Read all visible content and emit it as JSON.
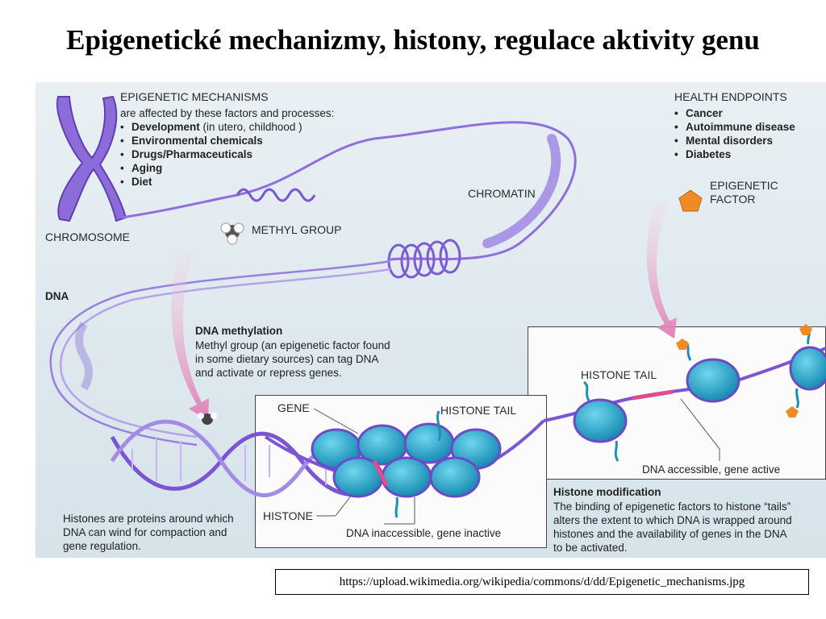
{
  "page": {
    "title": "Epigenetické mechanizmy, histony, regulace aktivity genu"
  },
  "diagram": {
    "mechanisms_heading": "EPIGENETIC MECHANISMS",
    "mechanisms_intro": "are affected by these factors and processes:",
    "factors": [
      {
        "label": "Development",
        "note": "(in utero, childhood )"
      },
      {
        "label": "Environmental chemicals",
        "note": ""
      },
      {
        "label": "Drugs/Pharmaceuticals",
        "note": ""
      },
      {
        "label": "Aging",
        "note": ""
      },
      {
        "label": "Diet",
        "note": ""
      }
    ],
    "endpoints_heading": "HEALTH ENDPOINTS",
    "endpoints": [
      "Cancer",
      "Autoimmune disease",
      "Mental disorders",
      "Diabetes"
    ],
    "chromosome_label": "CHROMOSOME",
    "chromatin_label": "CHROMATIN",
    "methyl_group_label": "METHYL GROUP",
    "epigenetic_factor_label": [
      "EPIGENETIC",
      "FACTOR"
    ],
    "dna_label": "DNA",
    "methylation_heading": "DNA methylation",
    "methylation_text": [
      "Methyl group (an epigenetic factor found",
      "in some dietary sources) can tag DNA",
      "and activate or repress genes."
    ],
    "histone_tail_label_right": "HISTONE TAIL",
    "histone_tail_label_left": "HISTONE TAIL",
    "gene_label": "GENE",
    "histone_label": "HISTONE",
    "accessible_label": "DNA accessible, gene active",
    "inaccessible_label": "DNA inaccessible, gene inactive",
    "histone_mod_heading": "Histone modification",
    "histone_mod_text": [
      "The binding of epigenetic factors to histone “tails”",
      "alters the extent to which DNA is wrapped around",
      "histones and the availability of genes in the DNA",
      "to be activated."
    ],
    "histones_text": [
      "Histones are proteins around which",
      "DNA can wind for compaction and",
      "gene regulation."
    ]
  },
  "colors": {
    "dna_purple": "#8c6ad8",
    "histone_cyan": "#1fa6c9",
    "factor_orange": "#f08a24",
    "pink_arrow": "#e58bbd"
  },
  "source_url": "https://upload.wikimedia.org/wikipedia/commons/d/dd/Epigenetic_mechanisms.jpg"
}
